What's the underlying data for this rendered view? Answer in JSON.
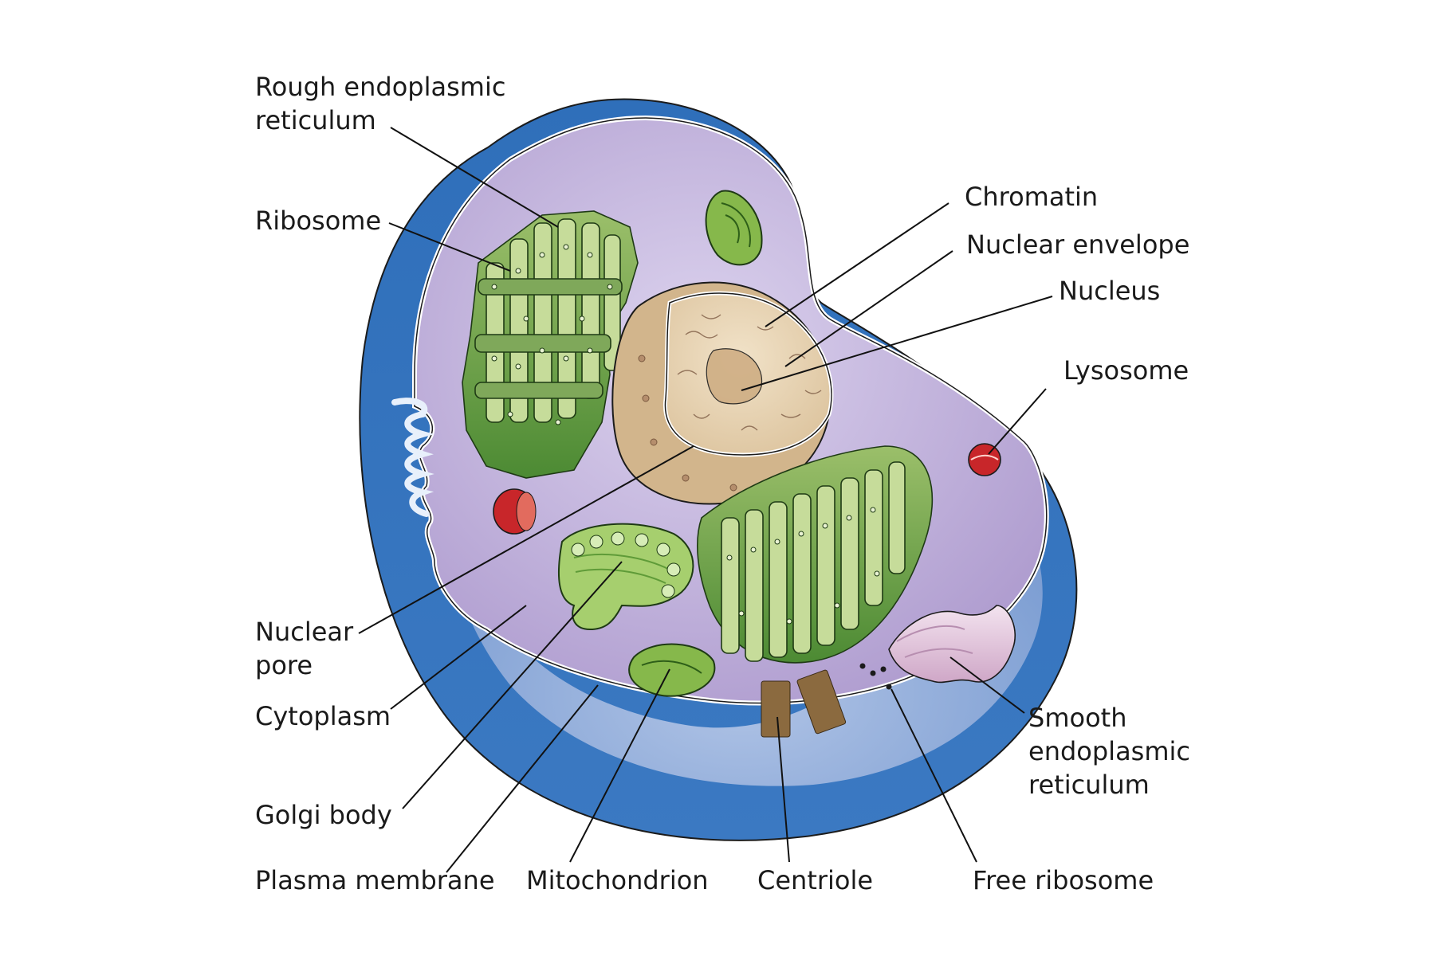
{
  "labels": {
    "rough_er": [
      "Rough endoplasmic",
      "reticulum"
    ],
    "ribosome": "Ribosome",
    "chromatin": "Chromatin",
    "nuclear_envelope": "Nuclear envelope",
    "nucleus": "Nucleus",
    "lysosome": "Lysosome",
    "nuclear_pore": [
      "Nuclear",
      "pore"
    ],
    "cytoplasm": "Cytoplasm",
    "golgi_body": "Golgi body",
    "plasma_membrane": "Plasma membrane",
    "mitochondrion": "Mitochondrion",
    "centriole": "Centriole",
    "free_ribosome": "Free ribosome",
    "smooth_er": [
      "Smooth",
      "endoplasmic",
      "reticulum"
    ]
  },
  "colors": {
    "membrane_blue": "#2f6fba",
    "membrane_light": "#9fb6dd",
    "cytoplasm": "#c8bddf",
    "cytoplasm_deep": "#a796c9",
    "er_green": "#6b9a4a",
    "er_light": "#b9d48a",
    "er_dark": "#3f7a2a",
    "nucleus_tan": "#d9bf98",
    "nucleoplasm": "#e9d6b8",
    "lysosome_red": "#c8262a",
    "smooth_er_pink": "#e7c9de"
  }
}
